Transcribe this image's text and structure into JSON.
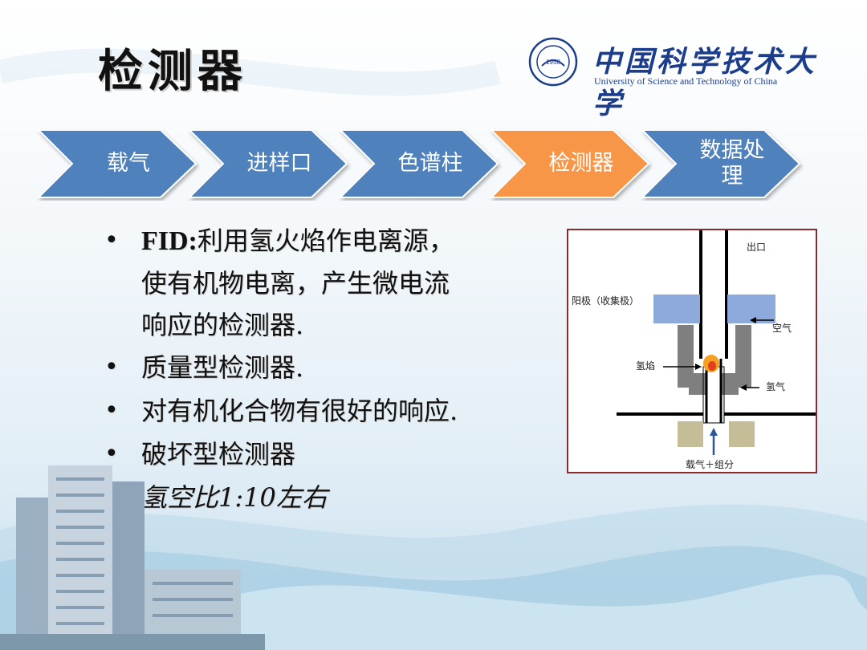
{
  "slide": {
    "title": "检测器"
  },
  "logo": {
    "name_cn": "中国科学技术大学",
    "name_en": "University of Science and Technology of China",
    "seal_year": "1958"
  },
  "flow": {
    "steps": [
      {
        "label": "载气",
        "color": "#4f81bd"
      },
      {
        "label": "进样口",
        "color": "#4f81bd"
      },
      {
        "label": "色谱柱",
        "color": "#4f81bd"
      },
      {
        "label": "检测器",
        "color": "#f79646"
      },
      {
        "label_line1": "数据处",
        "label_line2": "理",
        "color": "#4f81bd"
      }
    ]
  },
  "bullets": {
    "b1_prefix": "FID:",
    "b1_line1": "利用氢火焰作电离源，",
    "b1_line2": "使有机物电离，产生微电流",
    "b1_line3": "响应的检测器.",
    "b2": "质量型检测器.",
    "b3": "对有机化合物有很好的响应.",
    "b4": "破坏型检测器",
    "b5": "氢空比1:10左右",
    "bullet_glyph": "•"
  },
  "diagram": {
    "labels": {
      "outlet": "出口",
      "anode": "阳极（收集极）",
      "air": "空气",
      "flame": "氢焰",
      "hydrogen": "氢气",
      "carrier": "载气＋组分"
    },
    "colors": {
      "border": "#8a2a2a",
      "electrode": "#8ea9db",
      "body": "#7f7f7f",
      "base": "#c4bd97",
      "flame": "#f4a020",
      "arrow": "#2f5597"
    }
  }
}
